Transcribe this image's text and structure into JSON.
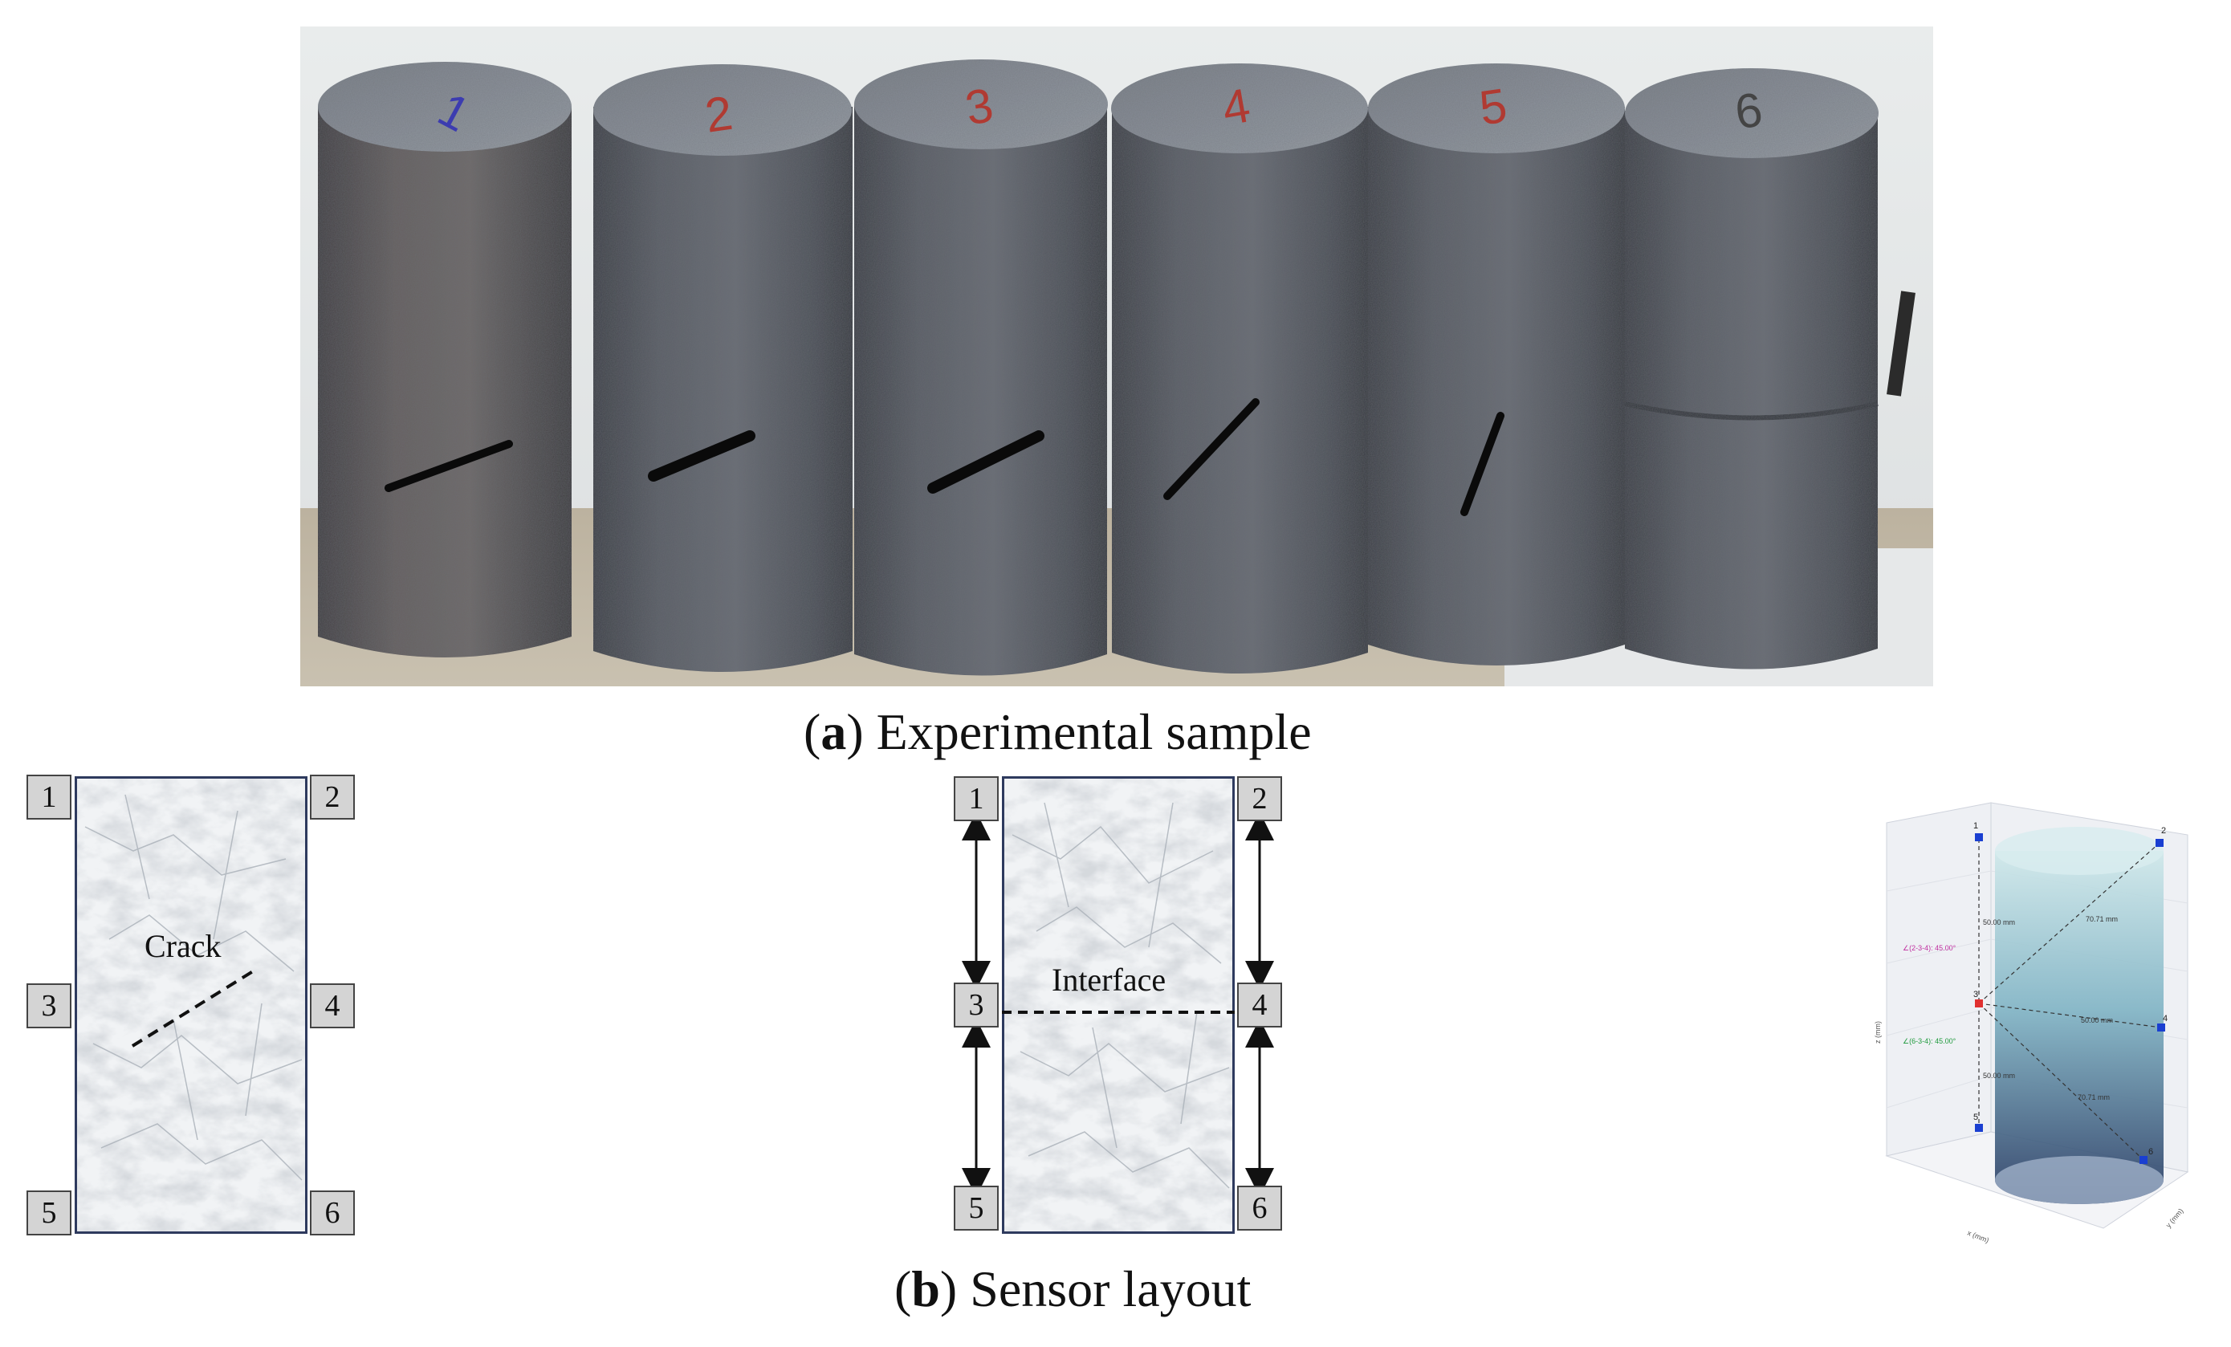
{
  "captions": {
    "a_letter": "a",
    "a_text": "Experimental sample",
    "b_letter": "b",
    "b_text": "Sensor layout"
  },
  "samples": [
    {
      "label": "1"
    },
    {
      "label": "2"
    },
    {
      "label": "3"
    },
    {
      "label": "4"
    },
    {
      "label": "5"
    },
    {
      "label": "6"
    }
  ],
  "diagram_crack": {
    "label": "Crack",
    "sensors": [
      "1",
      "2",
      "3",
      "4",
      "5",
      "6"
    ]
  },
  "diagram_interface": {
    "label": "Interface",
    "sensors": [
      "1",
      "2",
      "3",
      "4",
      "5",
      "6"
    ]
  },
  "plot3d": {
    "point_labels": [
      "1",
      "2",
      "3",
      "4",
      "5",
      "6"
    ],
    "distance_labels": [
      "50.00 mm",
      "70.71 mm",
      "50.00 mm",
      "50.00 mm",
      "70.71 mm"
    ],
    "angle_labels": [
      "∠(2-3-4): 45.00°",
      "∠(6-3-4): 45.00°"
    ],
    "axis_labels": [
      "x (mm)",
      "y (mm)",
      "z (mm)"
    ],
    "colors": {
      "point": "#1a3fd1",
      "center": "#e03030",
      "angle1": "#c02fa0",
      "angle2": "#1f9a3c"
    }
  }
}
